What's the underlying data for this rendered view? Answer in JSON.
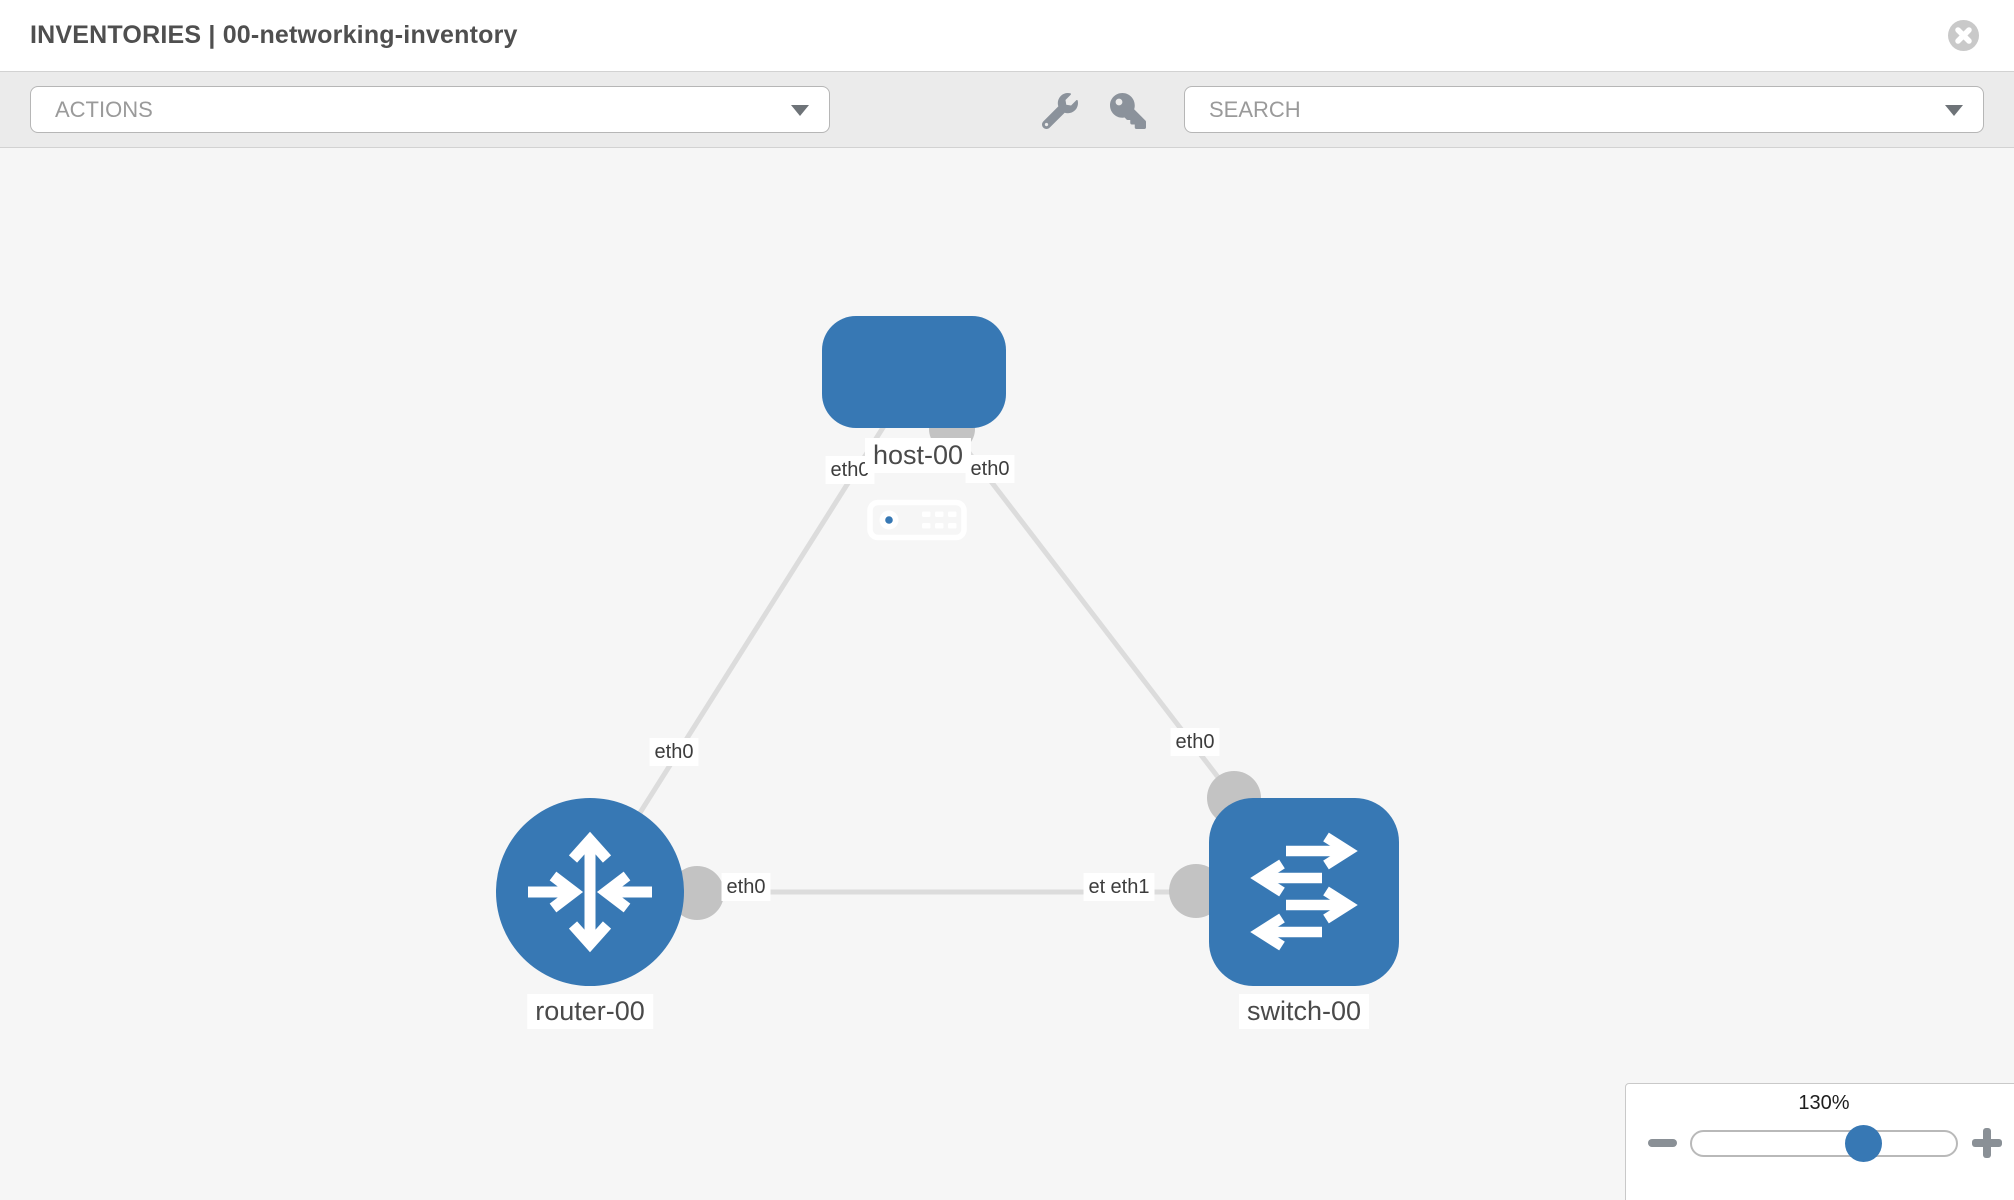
{
  "header": {
    "title": "INVENTORIES | 00-networking-inventory",
    "close_icon": "circle-x-icon"
  },
  "toolbar": {
    "actions_placeholder": "ACTIONS",
    "search_placeholder": "SEARCH",
    "icons": [
      "wrench-icon",
      "key-icon",
      "chevron-down-icon"
    ]
  },
  "topology": {
    "nodes": [
      {
        "id": "host-00",
        "type": "host",
        "label": "host-00"
      },
      {
        "id": "router-00",
        "type": "router",
        "label": "router-00"
      },
      {
        "id": "switch-00",
        "type": "switch",
        "label": "switch-00"
      }
    ],
    "links": [
      {
        "from": "host-00",
        "to": "router-00",
        "from_interface": "eth0",
        "to_interface": "eth0"
      },
      {
        "from": "host-00",
        "to": "switch-00",
        "from_interface": "eth0",
        "to_interface": "eth0"
      },
      {
        "from": "router-00",
        "to": "switch-00",
        "from_interface": "eth0",
        "to_interface": "eth1"
      }
    ],
    "interface_labels": [
      {
        "text": "eth0"
      },
      {
        "text": "eth0"
      },
      {
        "text": "eth0"
      },
      {
        "text": "eth0"
      },
      {
        "text": "eth0"
      },
      {
        "text": "eth0"
      },
      {
        "text": "eth1"
      }
    ]
  },
  "zoom_control": {
    "value": "130%",
    "minus_icon": "minus-icon",
    "plus_icon": "plus-icon"
  },
  "colors": {
    "node_blue": "#3778b4",
    "link_gray": "#dcdcdc",
    "connector_gray": "#c3c3c3",
    "canvas_bg": "#f6f6f6",
    "toolbar_bg": "#ebebeb",
    "icon_gray": "#8b929b"
  }
}
